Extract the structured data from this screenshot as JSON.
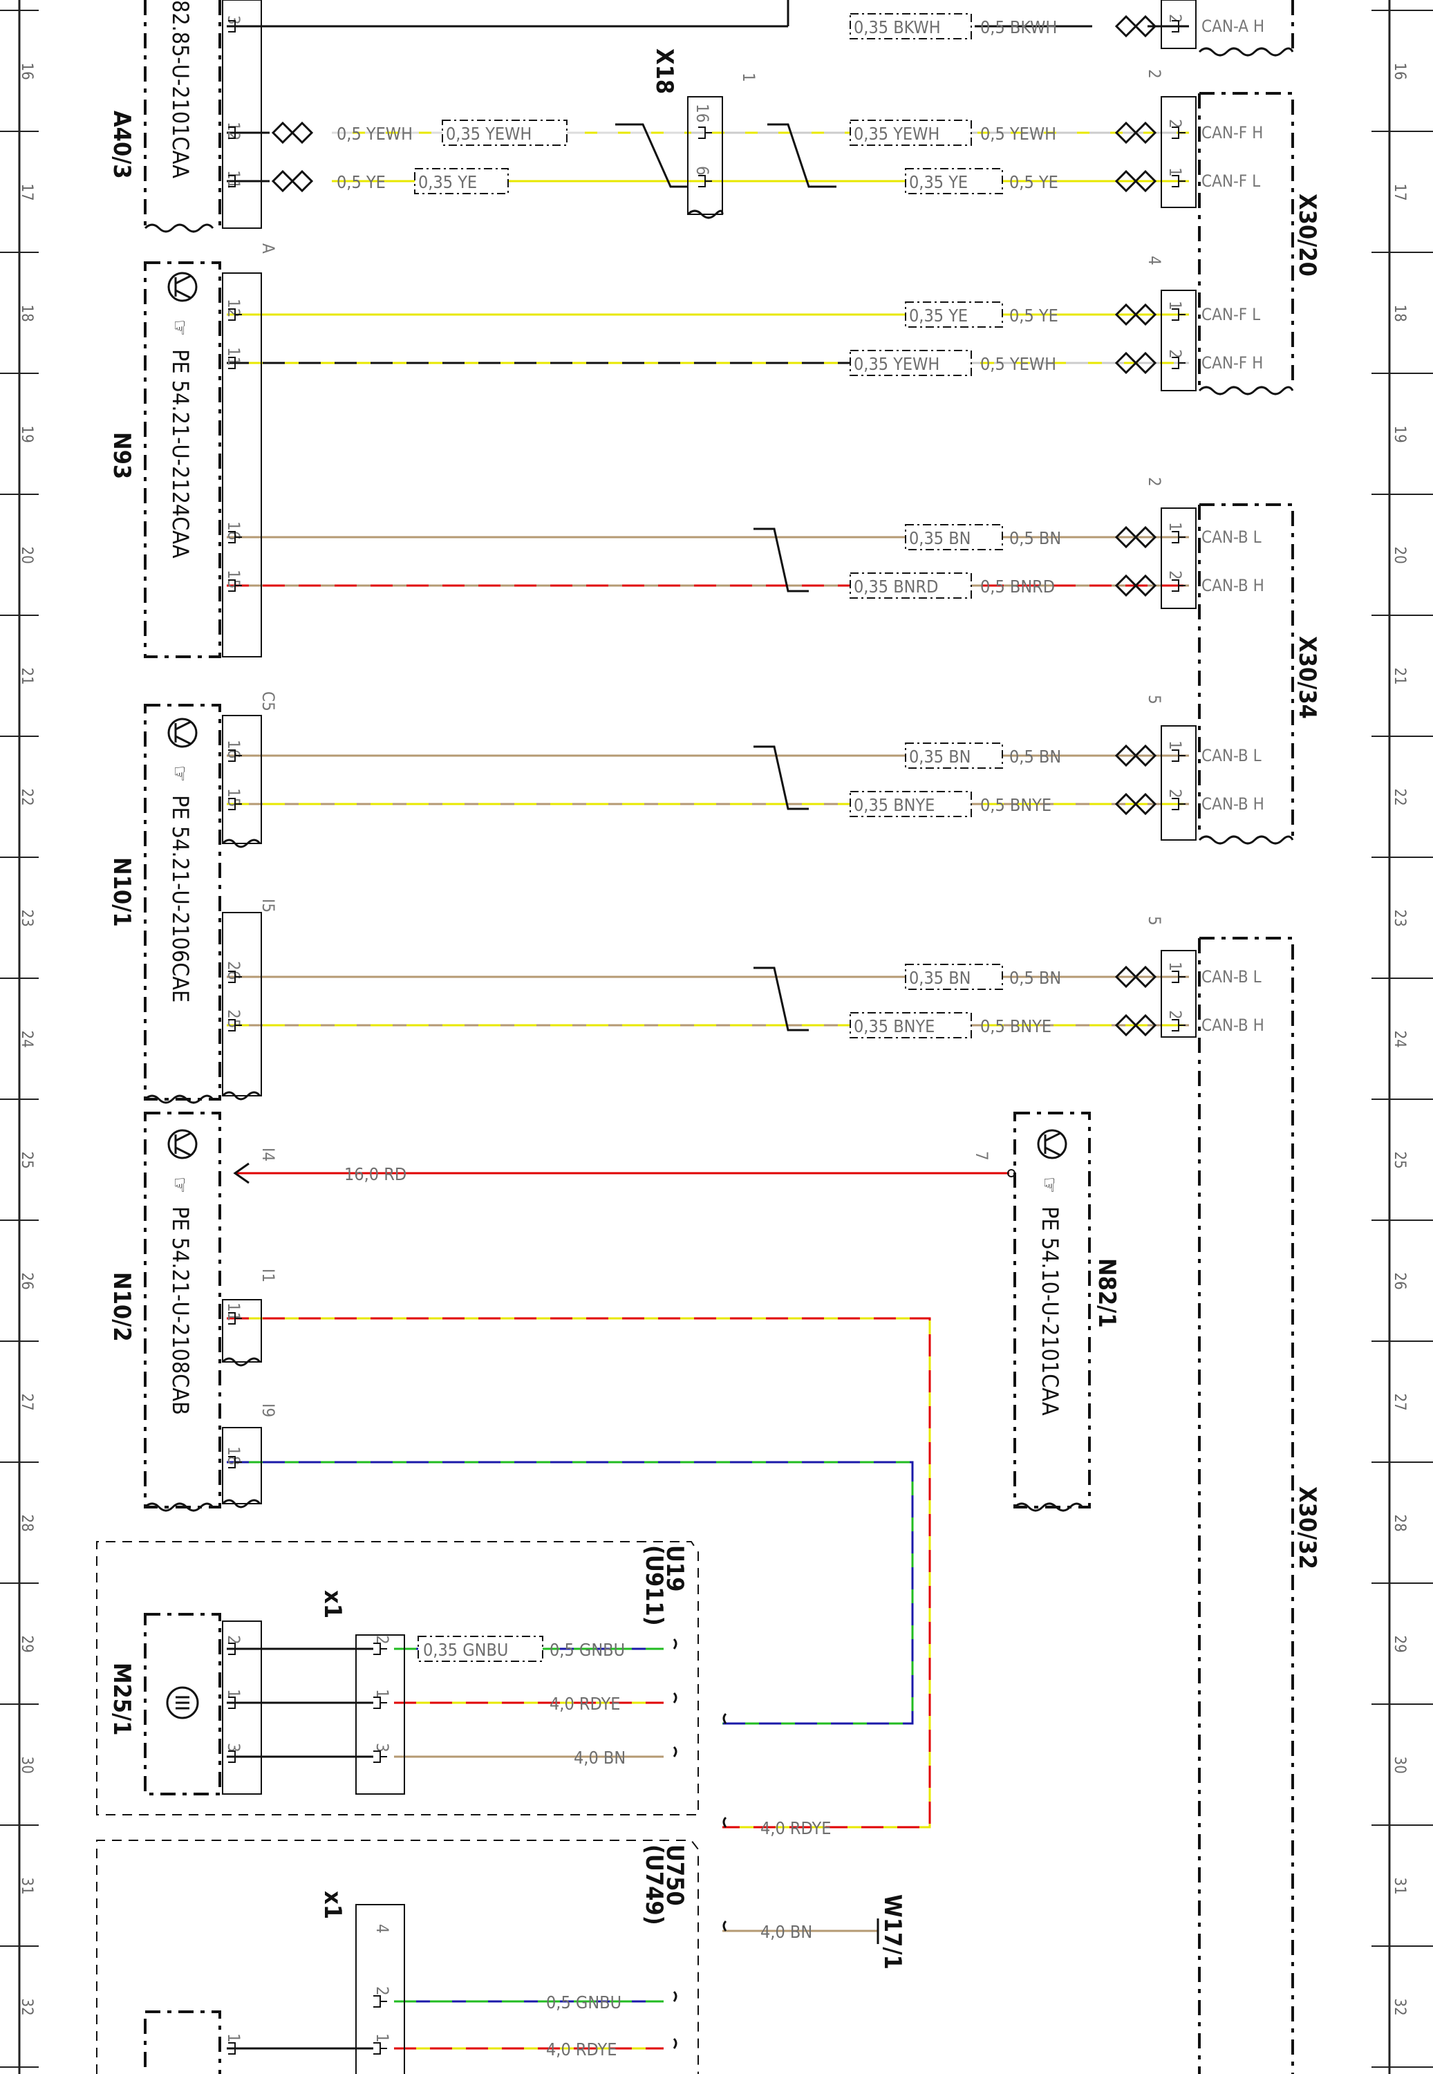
{
  "edge_numbers": [
    "16",
    "17",
    "18",
    "19",
    "20",
    "21",
    "22",
    "23",
    "24",
    "25",
    "26",
    "27",
    "28",
    "29",
    "30",
    "31",
    "32"
  ],
  "components": {
    "A40_3": {
      "name": "A40/3",
      "part": "82.85-U-2101CAA",
      "pins": [
        "3",
        "12",
        "11"
      ]
    },
    "X18": {
      "name": "X18",
      "connector": "1",
      "pins": [
        "16",
        "6"
      ]
    },
    "N93": {
      "name": "N93",
      "part": "PE 54.21-U-2124CAA",
      "connector": "A",
      "pins": [
        "12",
        "11",
        "16",
        "15"
      ]
    },
    "N10_1": {
      "name": "N10/1",
      "part": "PE 54.21-U-2106CAE",
      "connectors": [
        "C5",
        "I5"
      ],
      "pins": [
        "16",
        "15",
        "26",
        "25"
      ]
    },
    "N10_2": {
      "name": "N10/2",
      "part": "PE 54.21-U-2108CAB",
      "connectors": [
        "I4",
        "I1",
        "I9"
      ],
      "pins": [
        "11",
        "18"
      ]
    },
    "N82_1": {
      "name": "N82/1",
      "part": "PE 54.10-U-2101CAA",
      "pin": "7"
    },
    "M25_1": {
      "name": "M25/1",
      "pins": [
        "2",
        "1",
        "3"
      ]
    },
    "U19": {
      "name": "U19",
      "alt": "(U911)",
      "connector": "x1",
      "pins": [
        "2",
        "1",
        "3"
      ]
    },
    "U750": {
      "name": "U750",
      "alt": "(U749)",
      "connector": "x1",
      "pins": [
        "4",
        "2",
        "1"
      ]
    },
    "W17_1": {
      "name": "W17/1"
    },
    "X30_20": {
      "name": "X30/20",
      "connectors": [
        "2",
        "4"
      ],
      "pins": [
        "2",
        "1",
        "1",
        "2"
      ]
    },
    "X30_34": {
      "name": "X30/34",
      "connectors": [
        "2",
        "5"
      ],
      "pins": [
        "1",
        "2",
        "1",
        "2"
      ]
    },
    "X30_32": {
      "name": "X30/32",
      "connector": "5",
      "pins": [
        "1",
        "2"
      ]
    }
  },
  "wire_labels": {
    "w1": "0,35 BKWH",
    "w1b": "0,5 BKWH",
    "w2a": "0,5 YEWH",
    "w2b": "0,35 YEWH",
    "w2c": "0,35 YEWH",
    "w2d": "0,5 YEWH",
    "w3a": "0,5 YE",
    "w3b": "0,35 YE",
    "w3c": "0,35 YE",
    "w3d": "0,5 YE",
    "w4a": "0,35 YE",
    "w4b": "0,5 YE",
    "w5a": "0,35 YEWH",
    "w5b": "0,5 YEWH",
    "w6a": "0,35 BN",
    "w6b": "0,5 BN",
    "w7a": "0,35 BNRD",
    "w7b": "0,5 BNRD",
    "w8a": "0,35 BN",
    "w8b": "0,5 BN",
    "w9a": "0,35 BNYE",
    "w9b": "0,5 BNYE",
    "w10a": "0,35 BN",
    "w10b": "0,5 BN",
    "w11a": "0,35 BNYE",
    "w11b": "0,5 BNYE",
    "w12": "16,0 RD",
    "w13a": "0,35 GNBU",
    "w13b": "0,5 GNBU",
    "w14": "4,0 RDYE",
    "w15": "4,0 BN",
    "w16": "4,0 RDYE",
    "w17": "4,0 BN",
    "w18": "0,5 GNBU",
    "w19": "4,0 RDYE"
  },
  "can_labels": {
    "c1": "CAN-A H",
    "c2": "CAN-F H",
    "c3": "CAN-F L",
    "c4": "CAN-F L",
    "c5": "CAN-F H",
    "c6": "CAN-B L",
    "c7": "CAN-B H",
    "c8": "CAN-B L",
    "c9": "CAN-B H",
    "c10": "CAN-B L",
    "c11": "CAN-B H"
  },
  "colors": {
    "yellow": "#e8e800",
    "red": "#e00000",
    "brown": "#b59a73",
    "blue": "#1a1aa8",
    "green": "#22bb22",
    "black": "#111111"
  }
}
